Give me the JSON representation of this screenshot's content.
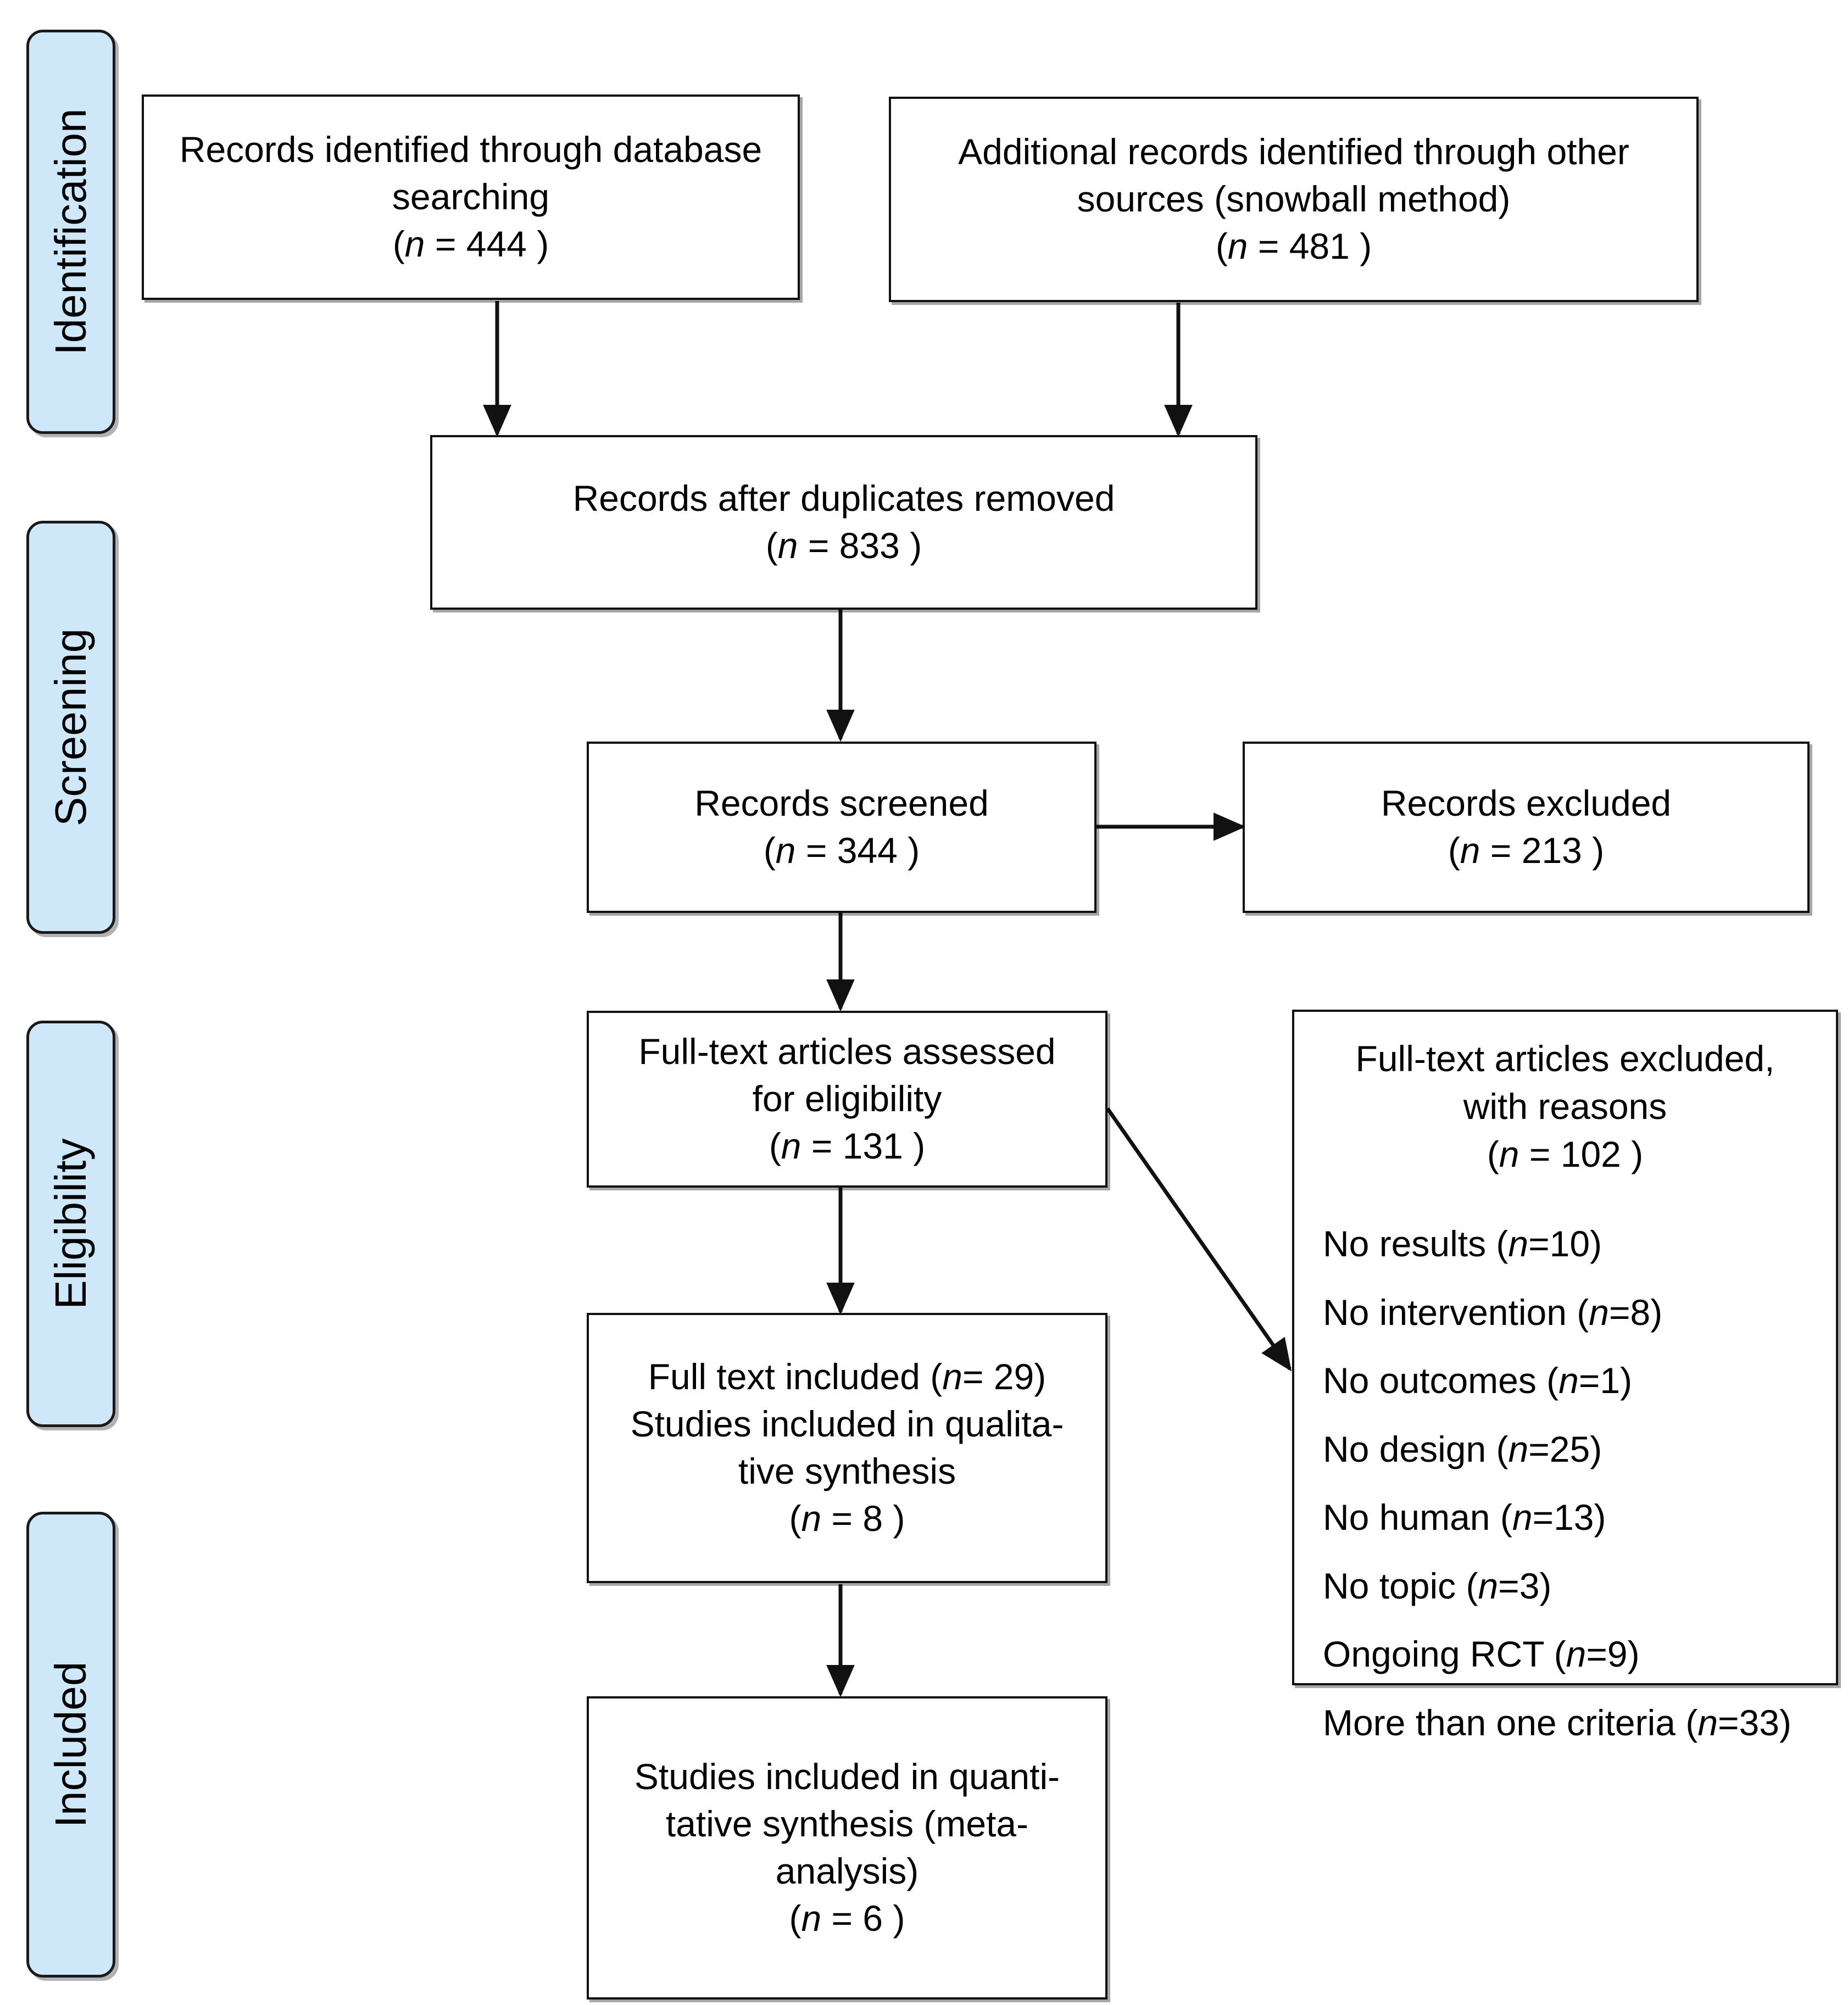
{
  "diagram": {
    "title": "PRISMA flow diagram",
    "accent_color": "#cfe8f9",
    "line_color": "#111111"
  },
  "phases": [
    {
      "id": "identification",
      "label": "Identification"
    },
    {
      "id": "screening",
      "label": "Screening"
    },
    {
      "id": "eligibility",
      "label": "Eligibility"
    },
    {
      "id": "included",
      "label": "Included"
    }
  ],
  "boxes": {
    "db_search": {
      "line1": "Records identified through database",
      "line2": "searching",
      "count_prefix": "(",
      "count_n": "n",
      "count_eq": " = 444 )"
    },
    "other_sources": {
      "line1": "Additional records identified through other",
      "line2": "sources (snowball method)",
      "count_prefix": "(",
      "count_n": "n",
      "count_eq": " = 481 )"
    },
    "dedup": {
      "line1": "Records after duplicates removed",
      "count_prefix": "(",
      "count_n": "n",
      "count_eq": " = 833 )"
    },
    "screened": {
      "line1": "Records screened",
      "count_prefix": "(",
      "count_n": "n",
      "count_eq": " = 344 )"
    },
    "records_excluded": {
      "line1": "Records excluded",
      "count_prefix": "(",
      "count_n": "n",
      "count_eq": " = 213 )"
    },
    "fulltext_assessed": {
      "line1": "Full-text articles assessed",
      "line2": "for eligibility",
      "count_prefix": "(",
      "count_n": "n",
      "count_eq": " =  131 )"
    },
    "fulltext_excluded": {
      "line1": "Full-text articles excluded,",
      "line2": "with reasons",
      "count_prefix": "(",
      "count_n": "n",
      "count_eq": " = 102 )",
      "reasons": [
        {
          "label": "No results (",
          "n": "n",
          "value": "=10)"
        },
        {
          "label": "No intervention (",
          "n": "n",
          "value": "=8)"
        },
        {
          "label": "No outcomes (",
          "n": "n",
          "value": "=1)"
        },
        {
          "label": "No design (",
          "n": "n",
          "value": "=25)"
        },
        {
          "label": "No human (",
          "n": "n",
          "value": "=13)"
        },
        {
          "label": "No topic (",
          "n": "n",
          "value": "=3)"
        },
        {
          "label": "Ongoing RCT (",
          "n": "n",
          "value": "=9)"
        },
        {
          "label": "More than one criteria (",
          "n": "n",
          "value": "=33)"
        }
      ]
    },
    "qualitative": {
      "line1a": "Full text included (",
      "line1n": "n",
      "line1b": "= 29)",
      "line2": "Studies included in qualita-",
      "line3": "tive synthesis",
      "count_prefix": "(",
      "count_n": "n",
      "count_eq": " = 8 )"
    },
    "quantitative": {
      "line1": "Studies included in quanti-",
      "line2": "tative synthesis (meta-",
      "line3": "analysis)",
      "count_prefix": "(",
      "count_n": "n",
      "count_eq": " =  6 )"
    }
  }
}
